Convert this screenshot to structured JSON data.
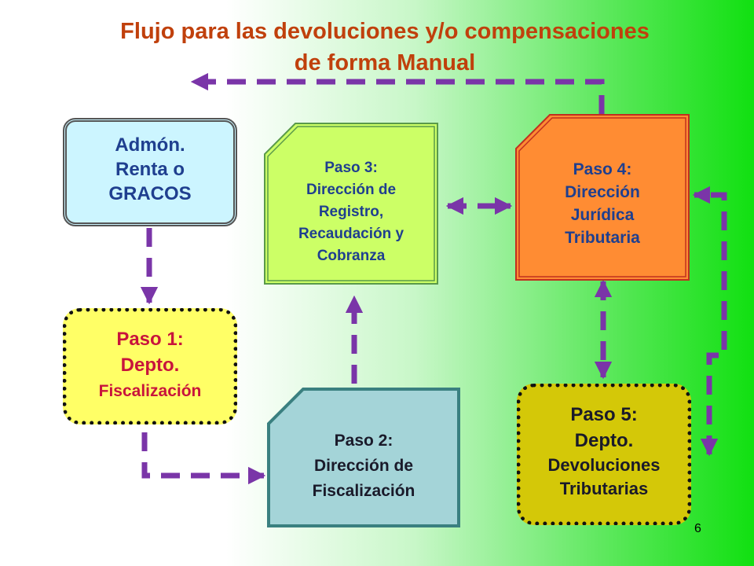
{
  "title": {
    "line1": "Flujo para las devoluciones  y/o compensaciones",
    "line2": "de forma Manual"
  },
  "nodes": {
    "admon": {
      "lines": [
        "Admón.",
        "Renta o",
        "GRACOS"
      ]
    },
    "paso1": {
      "lines": [
        "Paso 1:",
        "Depto.",
        "Fiscalización"
      ]
    },
    "paso2": {
      "lines": [
        "Paso 2:",
        "Dirección de",
        "Fiscalización"
      ]
    },
    "paso3": {
      "lines": [
        "Paso 3:",
        "Dirección de",
        "Registro,",
        "Recaudación y",
        "Cobranza"
      ]
    },
    "paso4": {
      "lines": [
        "Paso 4:",
        "Dirección",
        "Jurídica",
        "Tributaria"
      ]
    },
    "paso5": {
      "lines": [
        "Paso 5:",
        "Depto.",
        "Devoluciones",
        "Tributarias"
      ]
    }
  },
  "colors": {
    "title": "#c0400c",
    "arrow": "#7a35a8",
    "admon_fill": "#ccf5ff",
    "paso1_fill": "#ffff66",
    "paso2_fill": "#a4d4d8",
    "paso3_fill": "#ccff66",
    "paso4_fill": "#ff8c33",
    "paso5_fill": "#d4c808"
  },
  "page_number": "6"
}
